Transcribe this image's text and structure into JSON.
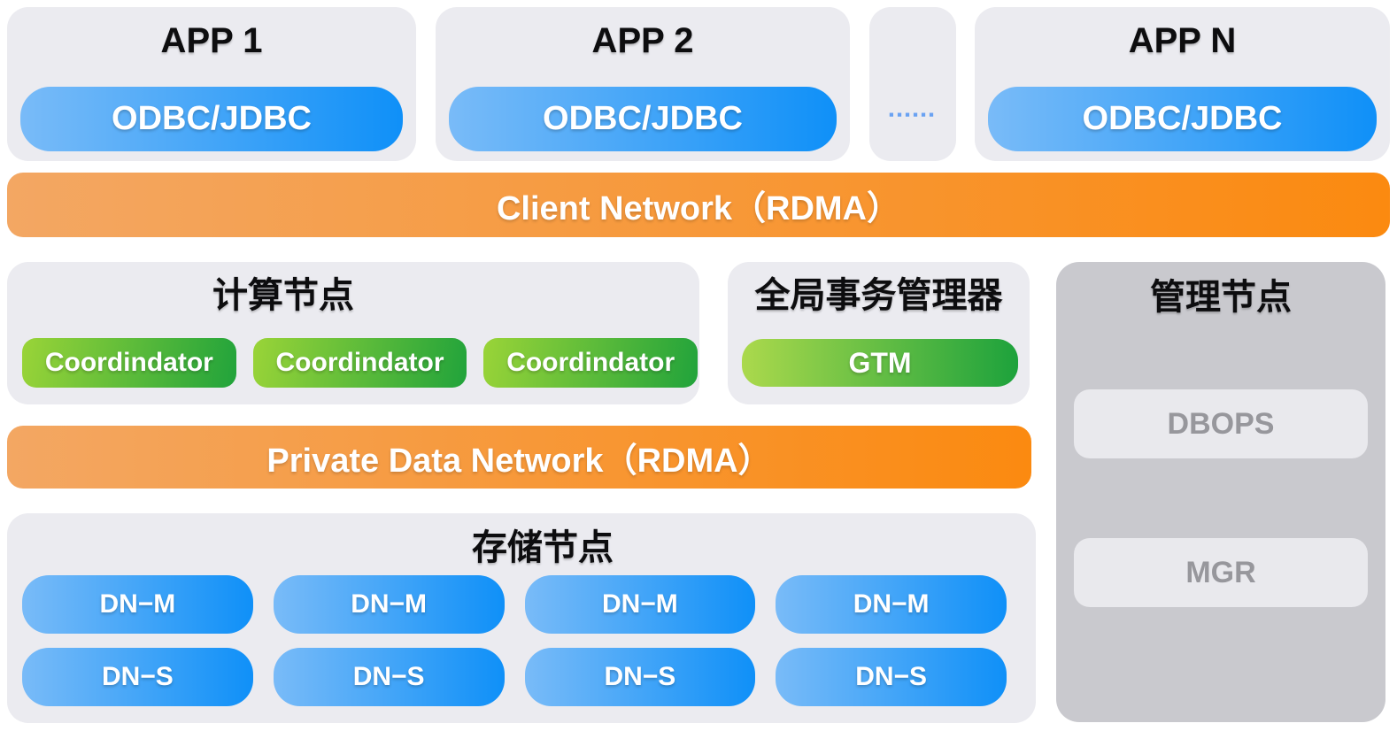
{
  "apps": [
    {
      "title": "APP 1",
      "driver": "ODBC/JDBC"
    },
    {
      "title": "APP 2",
      "driver": "ODBC/JDBC"
    },
    {
      "title": "APP N",
      "driver": "ODBC/JDBC"
    }
  ],
  "ellipsis": "▪▪▪▪▪▪",
  "client_network": {
    "label": "Client Network（RDMA）"
  },
  "private_network": {
    "label": "Private Data Network（RDMA）"
  },
  "compute": {
    "title": "计算节点",
    "coordinators": [
      "Coordindator",
      "Coordindator",
      "Coordindator"
    ]
  },
  "gtm": {
    "title": "全局事务管理器",
    "label": "GTM"
  },
  "management": {
    "title": "管理节点",
    "dbops_label": "DBOPS",
    "mgr_label": "MGR"
  },
  "storage": {
    "title": "存储节点",
    "columns": [
      {
        "master": "DN−M",
        "standby": "DN−S"
      },
      {
        "master": "DN−M",
        "standby": "DN−S"
      },
      {
        "master": "DN−M",
        "standby": "DN−S"
      },
      {
        "master": "DN−M",
        "standby": "DN−S"
      }
    ]
  },
  "colors": {
    "blue_pill_start": "#79bbf8",
    "blue_pill_end": "#0f90f8",
    "orange_banner_start": "#f3a763",
    "orange_banner_end": "#fb8a10",
    "green_pill_start": "#9ad438",
    "green_pill_end": "#21a33b",
    "gtm_pill_start": "#abd94c",
    "gtm_pill_end": "#1da23c",
    "panel_background": "#ebebf0",
    "management_background": "#c9c9ce",
    "management_pill_background": "#e9e9ed",
    "management_pill_text": "#97979c",
    "ellipsis_dots": "#6aa2f2"
  }
}
